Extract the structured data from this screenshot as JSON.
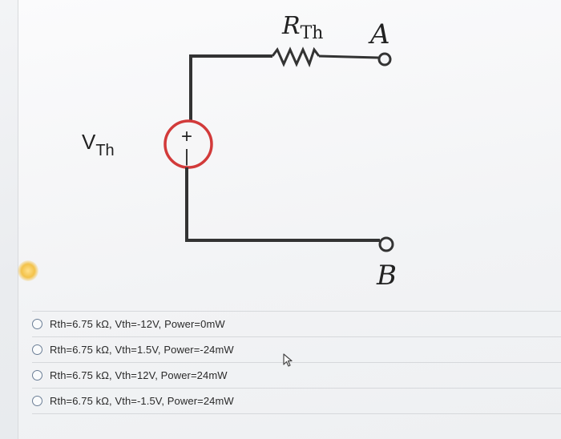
{
  "circuit": {
    "source_label": "V",
    "source_label_sub": "Th",
    "source_polarity_plus": "+",
    "source_polarity_minus": "|",
    "resistor_label": "R",
    "resistor_label_sub": "Th",
    "terminal_a": "A",
    "terminal_b": "B",
    "colors": {
      "wire": "#333333",
      "source_ring": "#d23a3a"
    }
  },
  "options": [
    {
      "label": "Rth=6.75 kΩ, Vth=-12V, Power=0mW"
    },
    {
      "label": "Rth=6.75 kΩ, Vth=1.5V, Power=-24mW"
    },
    {
      "label": "Rth=6.75 kΩ, Vth=12V, Power=24mW"
    },
    {
      "label": "Rth=6.75 kΩ, Vth=-1.5V, Power=24mW"
    }
  ],
  "icons": {
    "cursor": "mouse-pointer-icon"
  }
}
